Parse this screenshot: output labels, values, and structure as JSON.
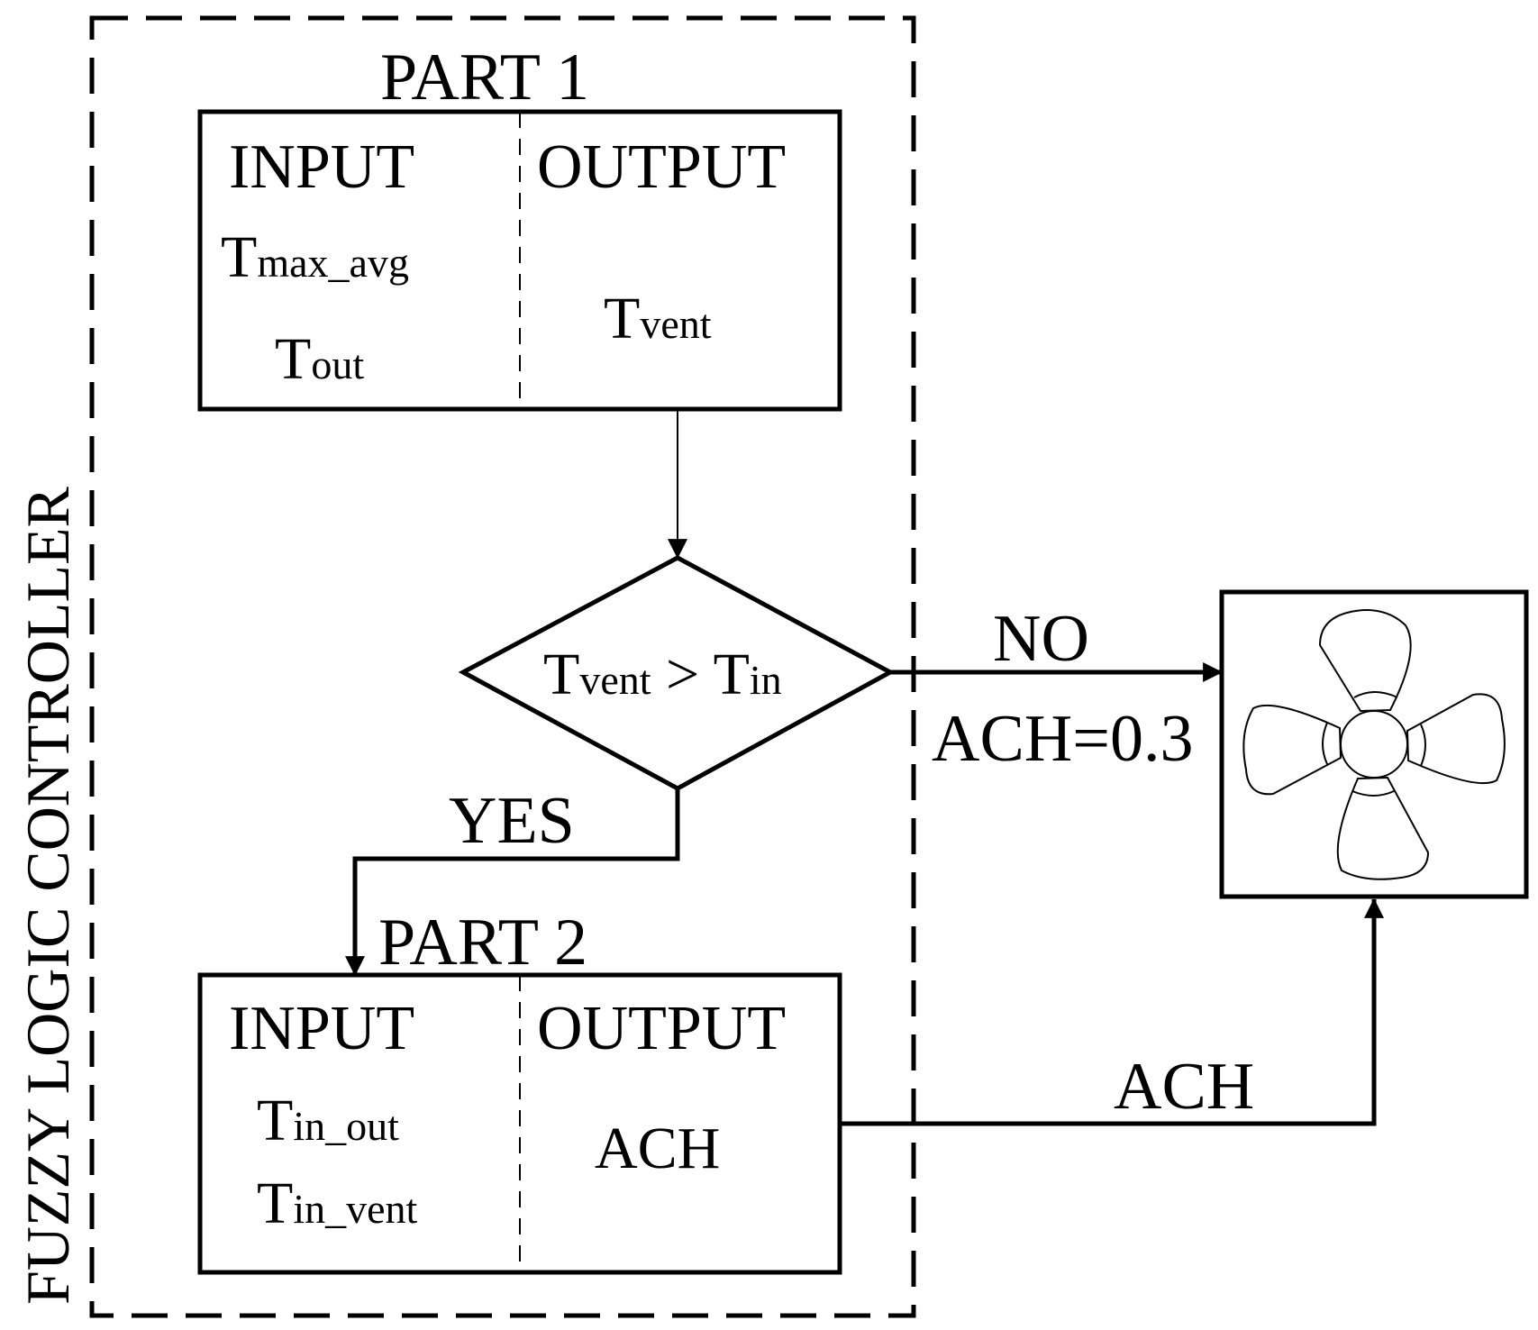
{
  "controller": {
    "label": "FUZZY LOGIC CONTROLLER"
  },
  "part1": {
    "title": "PART 1",
    "input_header": "INPUT",
    "output_header": "OUTPUT",
    "inputs": [
      {
        "main": "T",
        "sub": "max_avg"
      },
      {
        "main": "T",
        "sub": "out"
      }
    ],
    "output": {
      "main": "T",
      "sub": "vent"
    }
  },
  "decision": {
    "left": {
      "main": "T",
      "sub": "vent"
    },
    "op": " > ",
    "right": {
      "main": "T",
      "sub": "in"
    }
  },
  "branch_yes": {
    "label": "YES"
  },
  "branch_no": {
    "label": "NO",
    "value": "ACH=0.3"
  },
  "part2": {
    "title": "PART 2",
    "input_header": "INPUT",
    "output_header": "OUTPUT",
    "inputs": [
      {
        "main": "T",
        "sub": "in_out"
      },
      {
        "main": "T",
        "sub": "in_vent"
      }
    ],
    "output": "ACH"
  },
  "ach_link": {
    "label": "ACH"
  },
  "fan": {
    "icon": "fan-icon"
  }
}
